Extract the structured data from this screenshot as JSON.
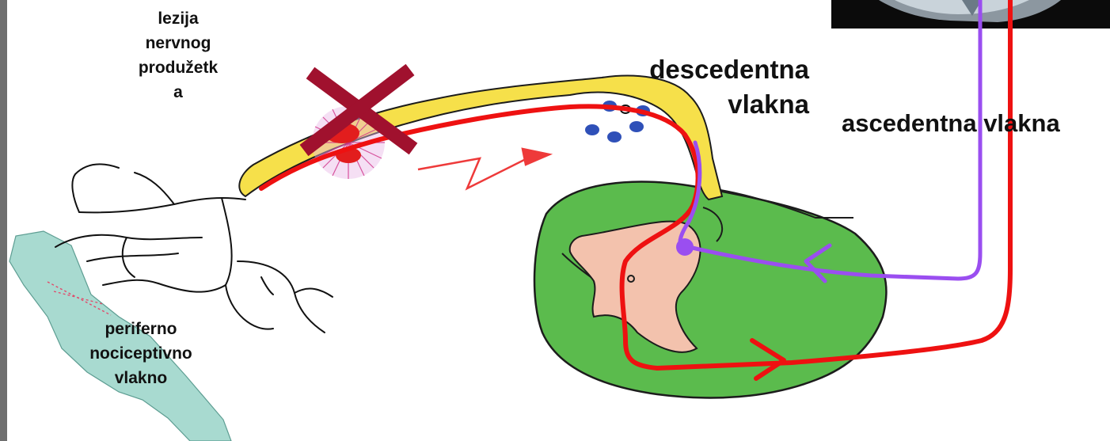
{
  "labels": {
    "lesion_lines": [
      "lezija",
      "nervnog",
      "produžetk",
      "a"
    ],
    "descending_lines": [
      "descedentna",
      "vlakna"
    ],
    "ascending": "ascedentna vlakna",
    "peripheral_lines": [
      "periferno",
      "nociceptivno",
      "vlakno"
    ]
  },
  "colors": {
    "spinal_cord": "#5bbb4d",
    "gray_matter": "#f3c2ad",
    "nerve_process": "#f6e04a",
    "skin": "#a8dad0",
    "ascending_fiber": "#ee1111",
    "descending_fiber": "#9a4ef0",
    "lesion_cross": "#a0112e"
  }
}
